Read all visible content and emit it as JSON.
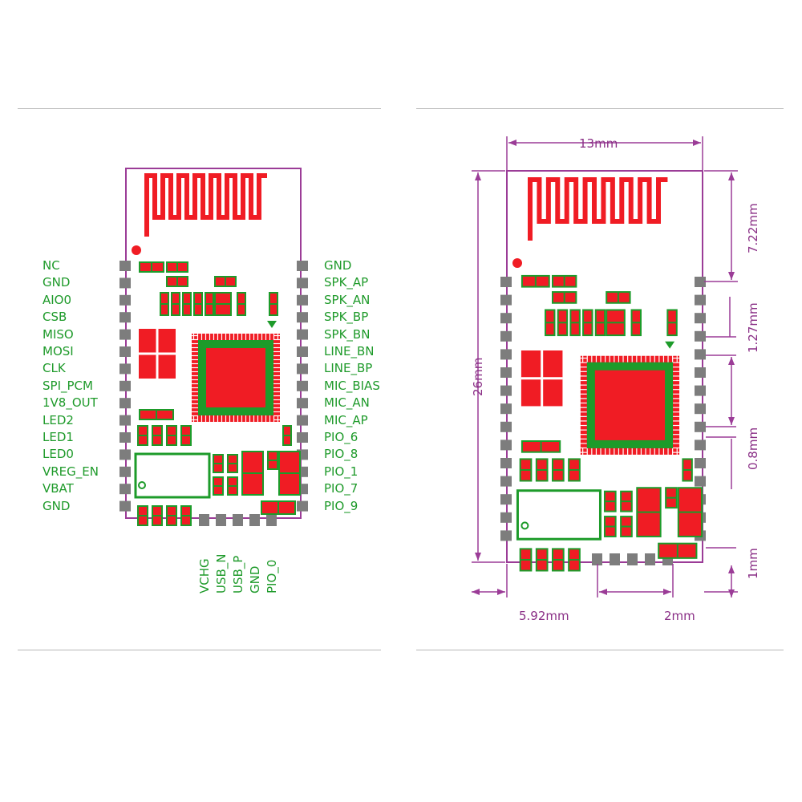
{
  "colors": {
    "outline": "#9b3c97",
    "pad": "#7d7d7d",
    "copper": "#f01c24",
    "mask": "#1d9b2a",
    "pin_label": "#1e9a2a",
    "dimension": "#8a2f86",
    "divider": "#b8b8b8"
  },
  "pinout_view": {
    "left_pins": [
      "NC",
      "GND",
      "AIO0",
      "CSB",
      "MISO",
      "MOSI",
      "CLK",
      "SPI_PCM",
      "1V8_OUT",
      "LED2",
      "LED1",
      "LED0",
      "VREG_EN",
      "VBAT",
      "GND"
    ],
    "right_pins": [
      "GND",
      "SPK_AP",
      "SPK_AN",
      "SPK_BP",
      "SPK_BN",
      "LINE_BN",
      "LINE_BP",
      "MIC_BIAS",
      "MIC_AN",
      "MIC_AP",
      "PIO_6",
      "PIO_8",
      "PIO_1",
      "PIO_7",
      "PIO_9"
    ],
    "bottom_pins": [
      "VCHG",
      "USB_N",
      "USB_P",
      "GND",
      "PIO_0"
    ]
  },
  "dimension_view": {
    "width": "13mm",
    "height": "26mm",
    "antenna_area": "7.22mm",
    "pin_pitch": "1.27mm",
    "pad_width": "0.8mm",
    "edge_offset_right": "1mm",
    "bottom_left_offset": "5.92mm",
    "bottom_pad_span": "2mm"
  }
}
